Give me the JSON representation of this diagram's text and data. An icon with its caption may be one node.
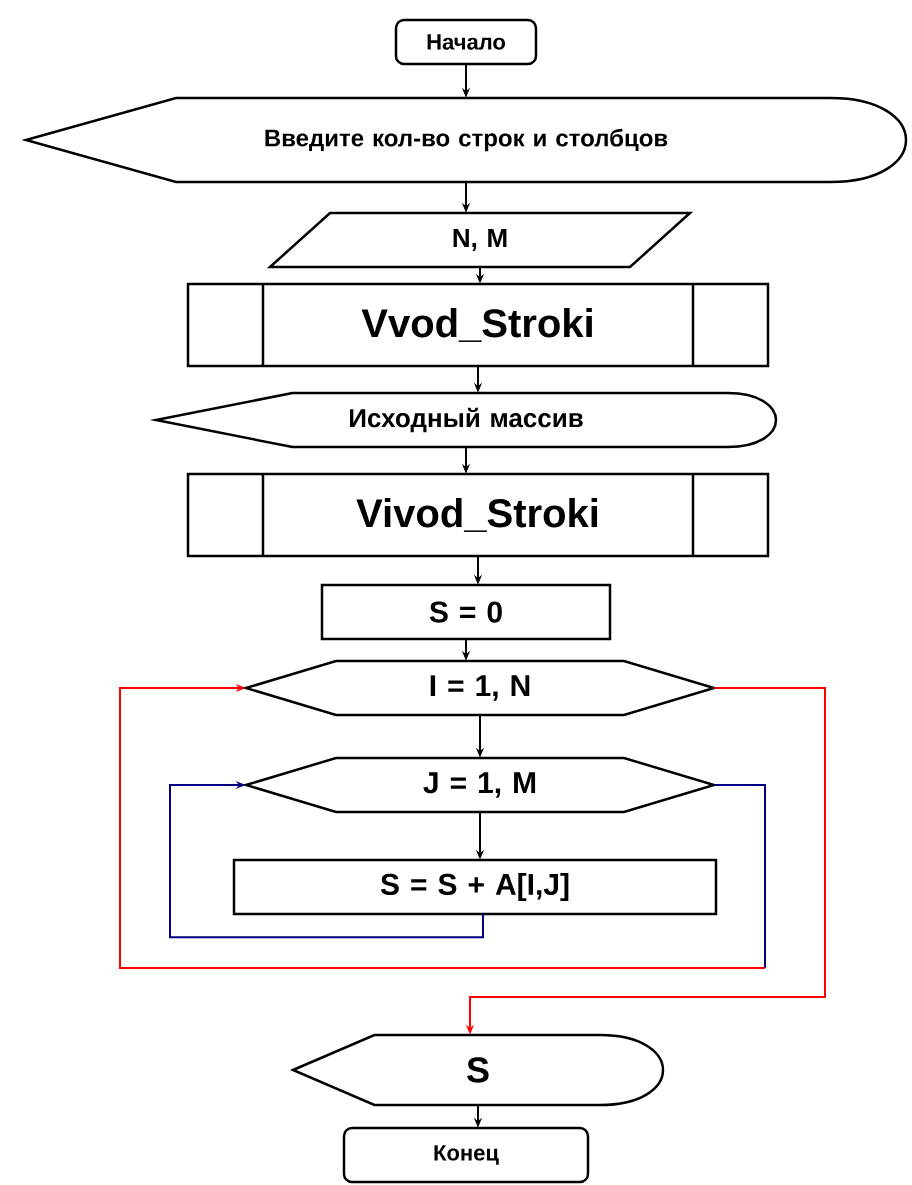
{
  "diagram": {
    "nodes": [
      {
        "text": [
          "Начало"
        ]
      },
      {
        "text": [
          "Введите кол-во строк и столбцов"
        ]
      },
      {
        "text": [
          "N, M"
        ]
      },
      {
        "text": [
          "Vvod_Stroki"
        ]
      },
      {
        "text": [
          "Исходный массив"
        ]
      },
      {
        "text": [
          "Vivod_Stroki"
        ]
      },
      {
        "text": [
          "S = 0"
        ]
      },
      {
        "text": [
          "I = 1, N"
        ]
      },
      {
        "text": [
          "J = 1, M"
        ]
      },
      {
        "text": [
          "S = S + A[I,J]"
        ]
      },
      {
        "text": [
          "S"
        ]
      },
      {
        "text": [
          "Конец"
        ]
      }
    ],
    "edges": [
      {
        "from": 0,
        "to": 1,
        "arrow": "to"
      },
      {
        "from": 1,
        "to": 2,
        "arrow": "to"
      },
      {
        "from": 2,
        "to": 3,
        "arrow": "to"
      },
      {
        "from": 3,
        "to": 4,
        "arrow": "to"
      },
      {
        "from": 4,
        "to": 5,
        "arrow": "to"
      },
      {
        "from": 5,
        "to": 6,
        "arrow": "to"
      },
      {
        "from": 6,
        "to": 7,
        "arrow": "to"
      },
      {
        "from": 7,
        "to": 8,
        "arrow": "to"
      },
      {
        "from": 8,
        "to": 9,
        "arrow": "to"
      },
      {
        "from": 9,
        "to": 8,
        "arrow": "to",
        "color": "#000080"
      },
      {
        "from": 8,
        "to": null,
        "arrow": "none",
        "color": "#000080"
      },
      {
        "from": null,
        "to": 7,
        "arrow": "to",
        "color": "#ff0000"
      },
      {
        "from": 7,
        "to": 10,
        "arrow": "to",
        "color": "#ff0000"
      },
      {
        "from": 10,
        "to": 11,
        "arrow": "to"
      }
    ]
  }
}
